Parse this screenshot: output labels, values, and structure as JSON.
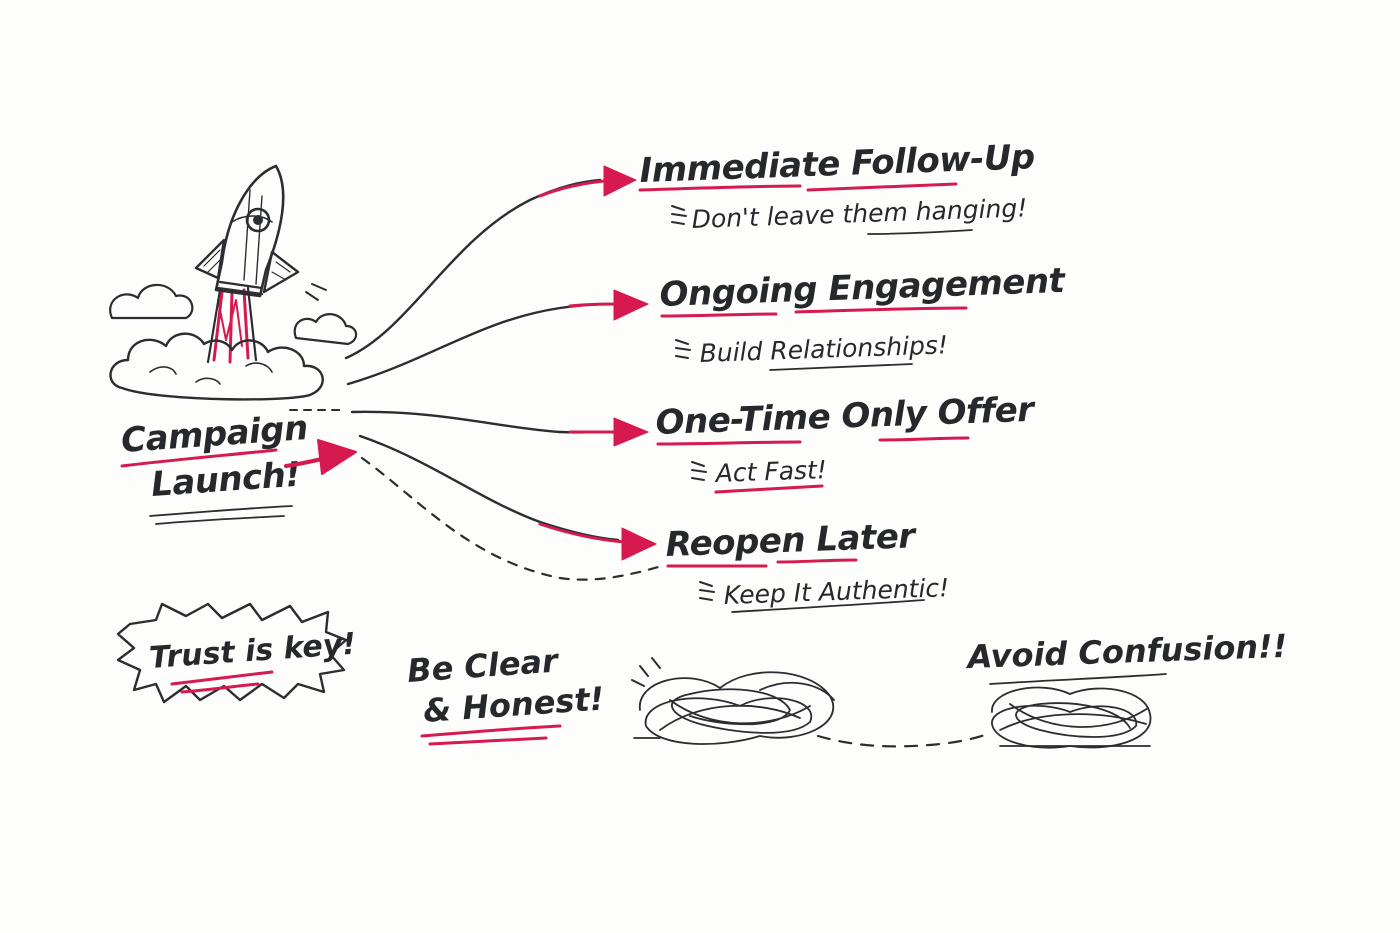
{
  "colors": {
    "ink": "#2b2d31",
    "accent": "#d6194f",
    "background": "#fdfdfc"
  },
  "icons": [
    "rocket-icon",
    "cloud-icon",
    "starburst-icon",
    "scribble-icon"
  ],
  "launch": {
    "line1": "Campaign",
    "line2": "Launch!"
  },
  "branches": [
    {
      "title": "Immediate Follow-Up",
      "subtitle": "Don't leave them hanging!"
    },
    {
      "title": "Ongoing Engagement",
      "subtitle": "Build Relationships!"
    },
    {
      "title": "One-Time Only Offer",
      "subtitle": "Act Fast!"
    },
    {
      "title": "Reopen Later",
      "subtitle": "Keep It Authentic!"
    }
  ],
  "notes": {
    "trust": "Trust is key!",
    "clear_line1": "Be Clear",
    "clear_line2": "& Honest!",
    "avoid": "Avoid Confusion!!"
  }
}
